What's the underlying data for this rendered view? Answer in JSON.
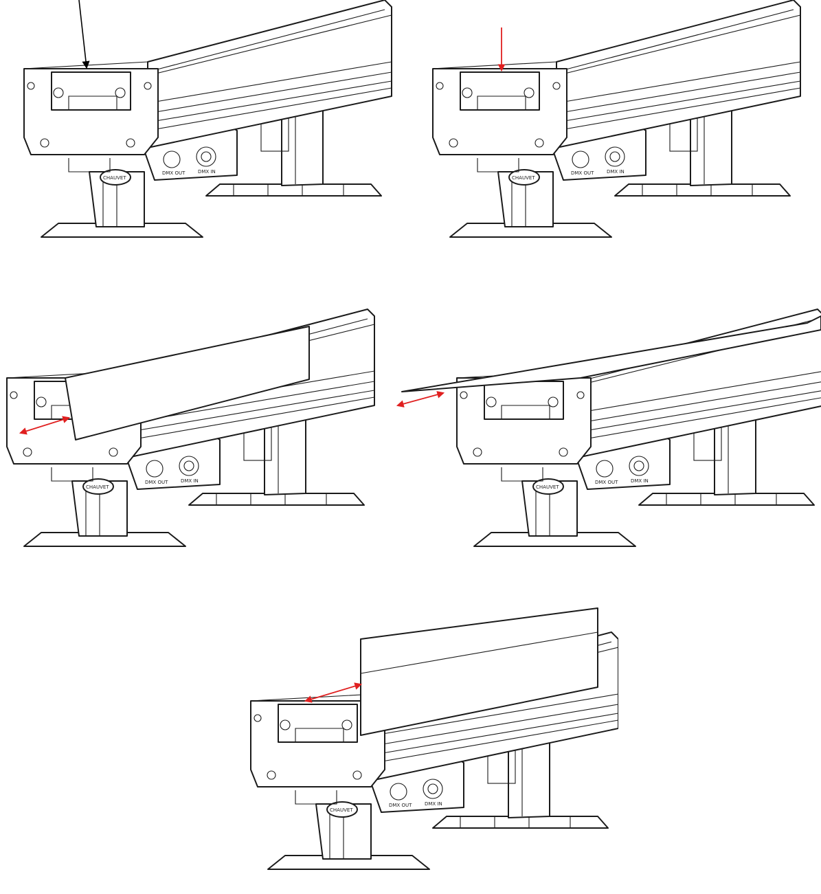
{
  "colors": {
    "line": "#1a1a1a",
    "arrow_red": "#e02020",
    "arrow_black": "#000000",
    "background": "#ffffff"
  },
  "fixture": {
    "port_in_label": "DMX IN",
    "port_out_label": "DMX OUT",
    "plate_label": "CHAUVET"
  },
  "steps": [
    {
      "id": 1,
      "arrow": "down",
      "arrow_color": "black",
      "flap": "closed"
    },
    {
      "id": 2,
      "arrow": "down",
      "arrow_color": "red",
      "flap": "closed"
    },
    {
      "id": 3,
      "arrow": "double",
      "arrow_color": "red",
      "flap": "lowered"
    },
    {
      "id": 4,
      "arrow": "double",
      "arrow_color": "red",
      "flap": "extended"
    },
    {
      "id": 5,
      "arrow": "double",
      "arrow_color": "red",
      "flap": "raised"
    }
  ]
}
